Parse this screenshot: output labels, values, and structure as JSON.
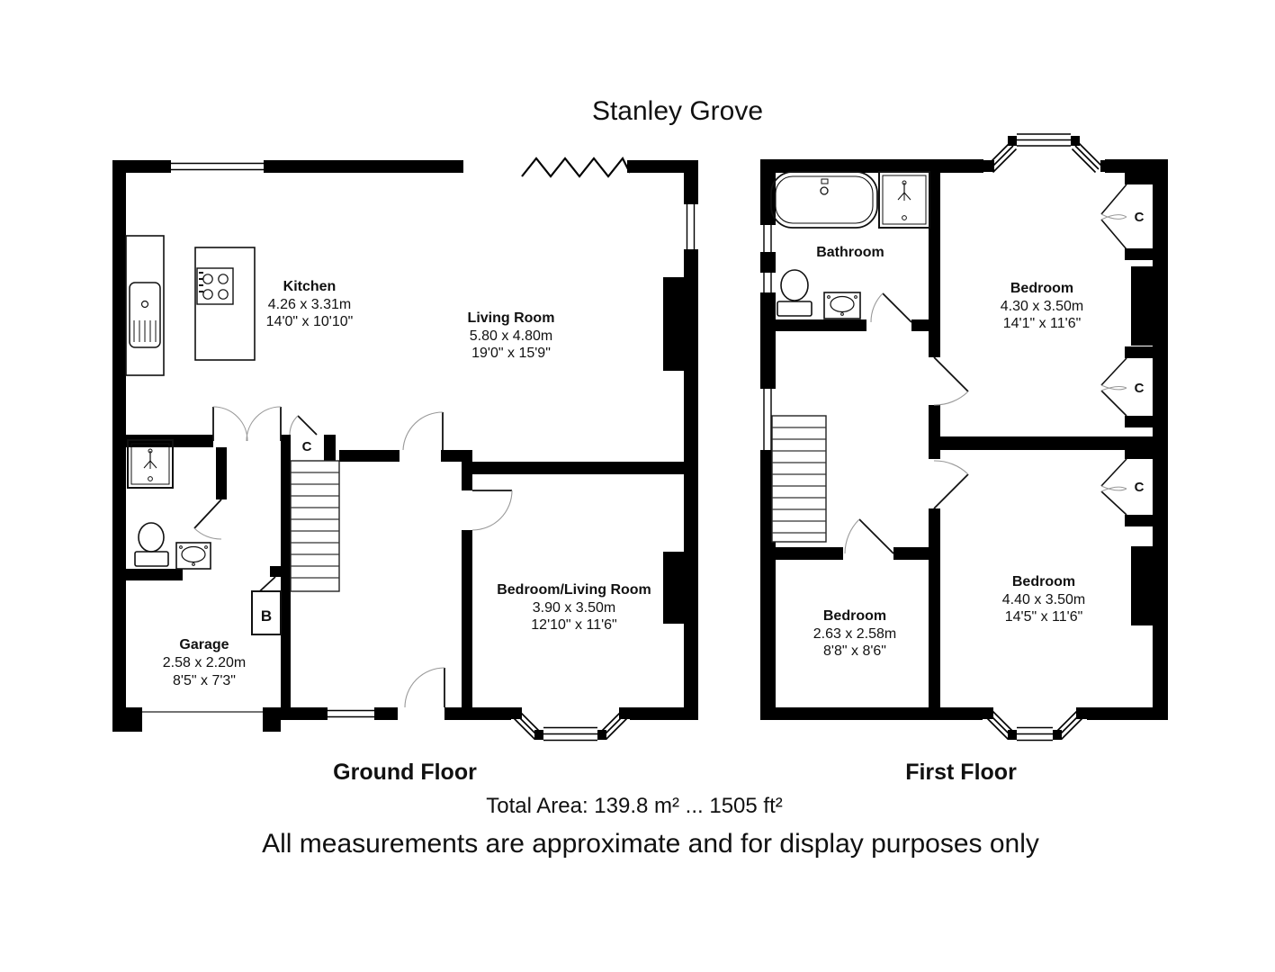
{
  "title": "Stanley Grove",
  "footer": {
    "total_area": "Total Area: 139.8 m² ... 1505 ft²",
    "disclaimer": "All measurements are approximate and for display purposes only"
  },
  "ground_floor": {
    "label": "Ground Floor",
    "rooms": {
      "kitchen": {
        "name": "Kitchen",
        "metric": "4.26 x 3.31m",
        "imperial": "14'0\" x 10'10\""
      },
      "living_room": {
        "name": "Living Room",
        "metric": "5.80 x 4.80m",
        "imperial": "19'0\" x 15'9\""
      },
      "bedroom_living_room": {
        "name": "Bedroom/Living Room",
        "metric": "3.90 x 3.50m",
        "imperial": "12'10\" x 11'6\""
      },
      "garage": {
        "name": "Garage",
        "metric": "2.58 x 2.20m",
        "imperial": "8'5\" x 7'3\""
      }
    },
    "cupboard_label": "C",
    "boiler_label": "B"
  },
  "first_floor": {
    "label": "First Floor",
    "rooms": {
      "bathroom": {
        "name": "Bathroom"
      },
      "bedroom_front": {
        "name": "Bedroom",
        "metric": "4.30 x 3.50m",
        "imperial": "14'1\" x 11'6\""
      },
      "bedroom_small": {
        "name": "Bedroom",
        "metric": "2.63 x 2.58m",
        "imperial": "8'8\" x 8'6\""
      },
      "bedroom_rear": {
        "name": "Bedroom",
        "metric": "4.40 x 3.50m",
        "imperial": "14'5\" x 11'6\""
      }
    },
    "cupboard1_label": "C",
    "cupboard2_label": "C",
    "cupboard3_label": "C"
  },
  "colors": {
    "wall": "#000000",
    "background": "#ffffff",
    "text": "#111111"
  }
}
